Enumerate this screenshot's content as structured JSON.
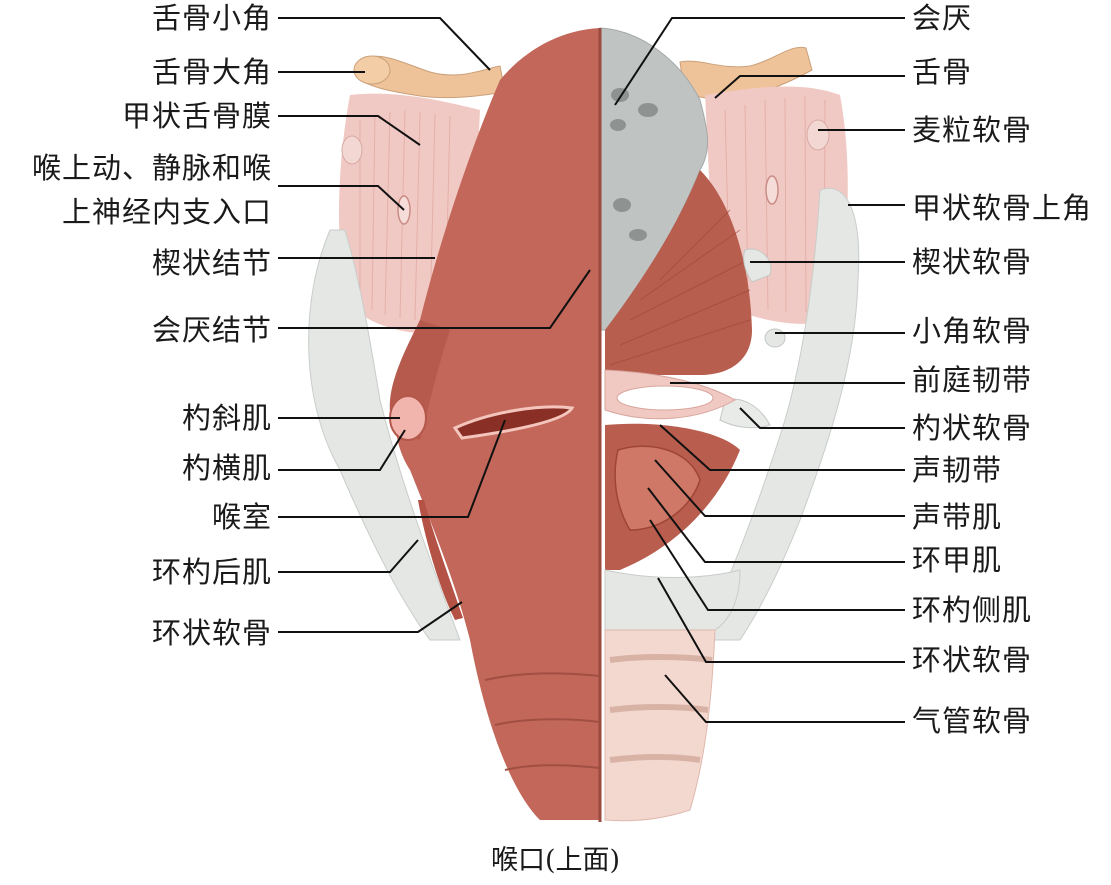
{
  "labels_left": [
    "舌骨小角",
    "舌骨大角",
    "甲状舌骨膜",
    "喉上动、静脉和喉",
    "上神经内支入口",
    "楔状结节",
    "会厌结节",
    "杓斜肌",
    "杓横肌",
    "喉室",
    "环杓后肌",
    "环状软骨"
  ],
  "labels_right": [
    "会厌",
    "舌骨",
    "麦粒软骨",
    "甲状软骨上角",
    "楔状软骨",
    "小角软骨",
    "前庭韧带",
    "杓状软骨",
    "声韧带",
    "声带肌",
    "环甲肌",
    "环杓侧肌",
    "环状软骨",
    "气管软骨"
  ],
  "caption": "喉口(上面)",
  "colors": {
    "muscle": "#c2675a",
    "muscle_dark": "#9e4538",
    "muscle_light": "#d98a78",
    "cartilage_grey": "#bfc3c2",
    "cartilage_white": "#e4e7e4",
    "membrane_pink": "#f1c9c4",
    "bone": "#efc39a",
    "leader": "#111111"
  }
}
